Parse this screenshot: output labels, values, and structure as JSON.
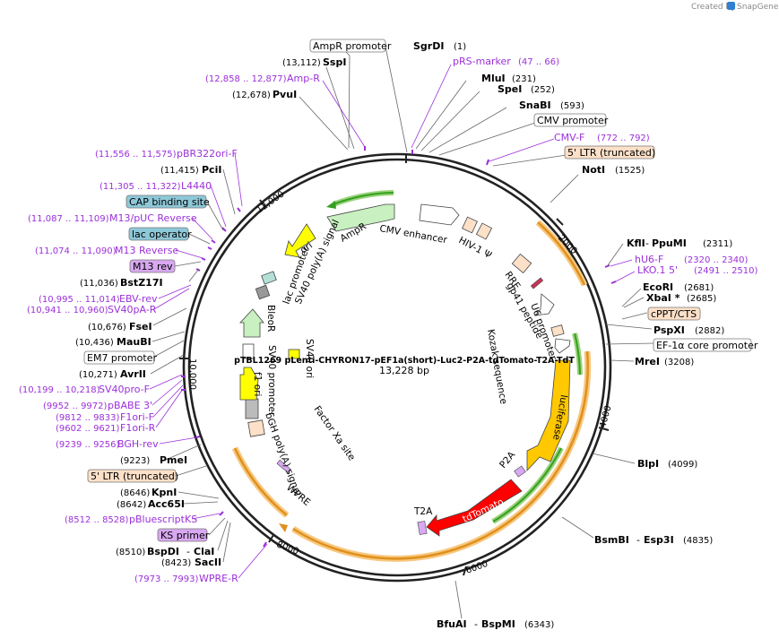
{
  "credit": {
    "prefix": "Created by",
    "brand": "SnapGene"
  },
  "plasmid": {
    "name": "pTBL1269 pLenti-CHYRON17-pEF1a(short)-Luc2-P2A-tdTomato-T2A-TdT",
    "size": "13,228 bp"
  },
  "ticks": [
    "2000",
    "4000",
    "6000",
    "8000",
    "10,000",
    "12,000"
  ],
  "colors": {
    "primer": "#9b30d9",
    "orange": "#f0b060",
    "green_feature": "#c8f0c0",
    "yellow_feature": "#ffff00",
    "red_feature": "#ff0000",
    "luciferase": "#ffc800",
    "boxed_blue": "#8ec8d8",
    "boxed_purple": "#d8a8f0",
    "boxed_orange": "#fde0c8"
  },
  "sites": [
    {
      "name": "SgrDI",
      "pos": "(1)"
    },
    {
      "name": "pRS-marker",
      "pos": "(47 .. 66)"
    },
    {
      "name": "MluI",
      "pos": "(231)"
    },
    {
      "name": "SpeI",
      "pos": "(252)"
    },
    {
      "name": "SnaBI",
      "pos": "(593)"
    },
    {
      "name": "CMV promoter",
      "pos": ""
    },
    {
      "name": "CMV-F",
      "pos": "(772 .. 792)"
    },
    {
      "name": "5' LTR (truncated)",
      "pos": ""
    },
    {
      "name": "NotI",
      "pos": "(1525)"
    },
    {
      "name": "KflI",
      "pos": ""
    },
    {
      "name": "PpuMI",
      "pos": "(2311)"
    },
    {
      "name": "hU6-F",
      "pos": "(2320 .. 2340)"
    },
    {
      "name": "LKO.1 5'",
      "pos": "(2491 .. 2510)"
    },
    {
      "name": "EcoRI",
      "pos": "(2681)"
    },
    {
      "name": "XbaI *",
      "pos": "(2685)"
    },
    {
      "name": "cPPT/CTS",
      "pos": ""
    },
    {
      "name": "PspXI",
      "pos": "(2882)"
    },
    {
      "name": "EF-1α core promoter",
      "pos": ""
    },
    {
      "name": "MreI",
      "pos": "(3208)"
    },
    {
      "name": "BlpI",
      "pos": "(4099)"
    },
    {
      "name": "BsmBI",
      "pos": ""
    },
    {
      "name": "Esp3I",
      "pos": "(4835)"
    },
    {
      "name": "BfuAI",
      "pos": ""
    },
    {
      "name": "BspMI",
      "pos": "(6343)"
    },
    {
      "name": "AmpR promoter",
      "pos": ""
    },
    {
      "name": "SspI",
      "pos": "(13,112)"
    },
    {
      "name": "Amp-R",
      "pos": "(12,858 .. 12,877)"
    },
    {
      "name": "PvuI",
      "pos": "(12,678)"
    },
    {
      "name": "pBR322ori-F",
      "pos": "(11,556 .. 11,575)"
    },
    {
      "name": "PciI",
      "pos": "(11,415)"
    },
    {
      "name": "L4440",
      "pos": "(11,305 .. 11,322)"
    },
    {
      "name": "CAP binding site",
      "pos": ""
    },
    {
      "name": "M13/pUC Reverse",
      "pos": "(11,087 .. 11,109)"
    },
    {
      "name": "lac operator",
      "pos": ""
    },
    {
      "name": "M13 Reverse",
      "pos": "(11,074 .. 11,090)"
    },
    {
      "name": "M13 rev",
      "pos": ""
    },
    {
      "name": "BstZ17I",
      "pos": "(11,036)"
    },
    {
      "name": "EBV-rev",
      "pos": "(10,995 .. 11,014)"
    },
    {
      "name": "SV40pA-R",
      "pos": "(10,941 .. 10,960)"
    },
    {
      "name": "FseI",
      "pos": "(10,676)"
    },
    {
      "name": "MauBI",
      "pos": "(10,436)"
    },
    {
      "name": "EM7 promoter",
      "pos": ""
    },
    {
      "name": "AvrII",
      "pos": "(10,271)"
    },
    {
      "name": "SV40pro-F",
      "pos": "(10,199 .. 10,218)"
    },
    {
      "name": "pBABE 3'",
      "pos": "(9952 .. 9972)"
    },
    {
      "name": "F1ori-F",
      "pos": "(9812 .. 9833)"
    },
    {
      "name": "F1ori-R",
      "pos": "(9602 .. 9621)"
    },
    {
      "name": "BGH-rev",
      "pos": "(9239 .. 9256)"
    },
    {
      "name": "PmeI",
      "pos": "(9223)"
    },
    {
      "name": "5' LTR (truncated)",
      "pos": ""
    },
    {
      "name": "KpnI",
      "pos": "(8646)"
    },
    {
      "name": "Acc65I",
      "pos": "(8642)"
    },
    {
      "name": "pBluescriptKS",
      "pos": "(8512 .. 8528)"
    },
    {
      "name": "KS primer",
      "pos": ""
    },
    {
      "name": "BspDI",
      "pos": "(8510)"
    },
    {
      "name": "ClaI",
      "pos": ""
    },
    {
      "name": "SacII",
      "pos": "(8423)"
    },
    {
      "name": "WPRE-R",
      "pos": "(7973 .. 7993)"
    }
  ],
  "features": {
    "ori": "ori",
    "ampr": "AmpR",
    "cmv_enhancer": "CMV enhancer",
    "hiv": "HIV-1 Ψ",
    "rre": "RRE",
    "gp41": "gp41 peptide",
    "u6": "U6 promoter",
    "kozak": "Kozak sequence",
    "luciferase": "luciferase",
    "p2a": "P2A",
    "tdtomato": "tdTomato",
    "t2a": "T2A",
    "wpre": "WPRE",
    "factor_xa": "Factor Xa site",
    "bgh": "bGH poly(A) signal",
    "f1ori": "f1 ori",
    "sv40_prom": "SV40 promoter",
    "bleor": "BleoR",
    "sv40_ori": "SV40 ori",
    "lac_promoter": "lac promoter",
    "sv40_polya": "SV40 poly(A) signal"
  }
}
